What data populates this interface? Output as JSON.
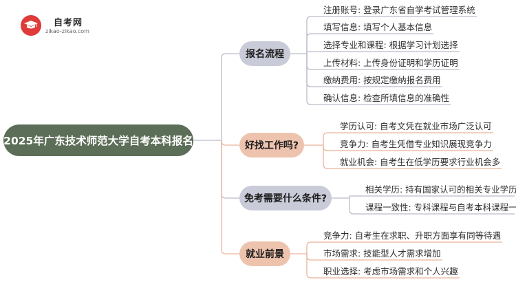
{
  "logo": {
    "name": "自考网",
    "url": "zikao-zikao.com"
  },
  "colors": {
    "root": "#5d6e58",
    "branch_grey": "#c9cbd8",
    "branch_peach": "#eec3ae",
    "line_grey": "#b9bcc9",
    "line_peach": "#e9b49a"
  },
  "root": {
    "label": "2025年广东技术师范大学自考本科报名"
  },
  "branches": [
    {
      "label": "报名流程",
      "items": [
        "注册账号: 登录广东省自学考试管理系统",
        "填写信息: 填写个人基本信息",
        "选择专业和课程: 根据学习计划选择",
        "上传材料: 上传身份证明和学历证明",
        "缴纳费用: 按规定缴纳报名费用",
        "确认信息: 检查所填信息的准确性"
      ]
    },
    {
      "label": "好找工作吗?",
      "items": [
        "学历认可: 自考文凭在就业市场广泛认可",
        "竞争力: 自考生凭借专业知识展现竞争力",
        "就业机会: 自考生在低学历要求行业机会多"
      ]
    },
    {
      "label": "免考需要什么条件?",
      "items": [
        "相关学历: 持有国家认可的相关专业学历",
        "课程一致性: 专科课程与自考本科课程一致"
      ]
    },
    {
      "label": "就业前景",
      "items": [
        "竞争力: 自考生在求职、升职方面享有同等待遇",
        "市场需求: 技能型人才需求增加",
        "职业选择: 考虑市场需求和个人兴趣"
      ]
    }
  ]
}
